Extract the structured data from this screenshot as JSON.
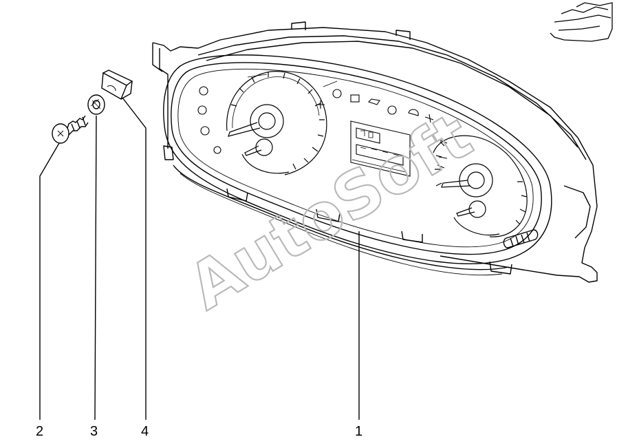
{
  "callouts": {
    "part_1": "1",
    "part_2": "2",
    "part_3": "3",
    "part_4": "4"
  },
  "watermark": "AutoSoft",
  "colors": {
    "line": "#000000",
    "watermark": "#b9b9b9",
    "background": "#ffffff"
  }
}
